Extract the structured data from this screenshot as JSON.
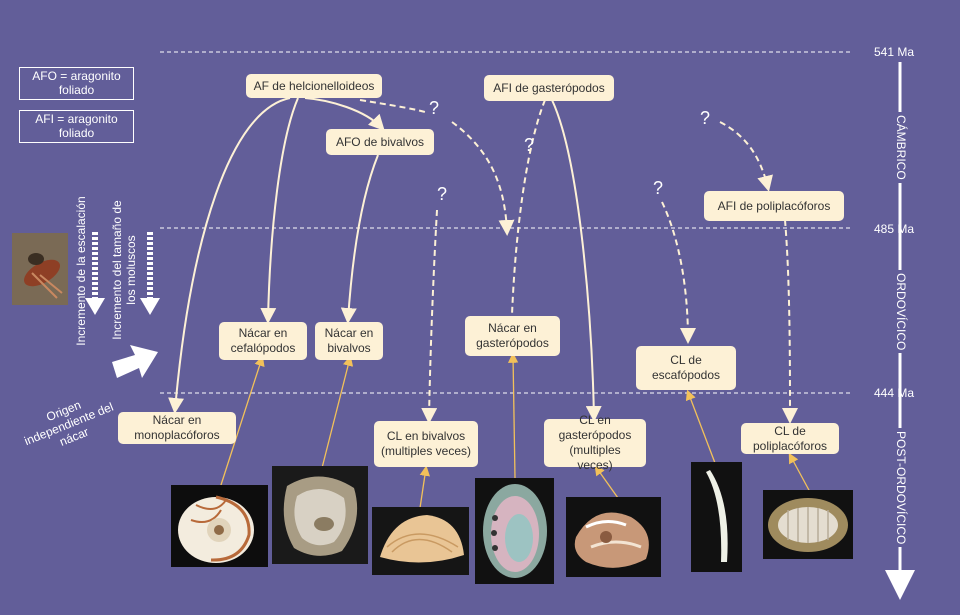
{
  "legend": {
    "afo": "AFO = aragonito foliado",
    "afi": "AFI = aragonito foliado"
  },
  "eras": {
    "ma_541": "541 Ma",
    "ma_485": "485 Ma",
    "ma_444": "444 Ma",
    "cambrico": "CÁMBRICO",
    "ordovicico": "ORDOVÍCICO",
    "post_ordovicico": "POST-ORDOVÍCICO"
  },
  "boxes": {
    "helcionelloideos": "AF de helcionelloideos",
    "afi_gasteropodos": "AFI de gasterópodos",
    "afo_bivalvos": "AFO de bivalvos",
    "afi_poliplacoforos": "AFI de poliplacóforos",
    "nacar_cefalopodos": "Nácar en cefalópodos",
    "nacar_bivalvos": "Nácar en bivalvos",
    "nacar_gasteropodos": "Nácar en gasterópodos",
    "cl_escafopodos": "CL de escafópodos",
    "nacar_monoplacoforos": "Nácar en monoplacóforos",
    "cl_bivalvos": "CL en bivalvos (multiples veces)",
    "cl_gasteropodos": "CL en gasterópodos (multiples veces)",
    "cl_poliplacoforos": "CL de poliplacóforos"
  },
  "question_mark": "?",
  "side_labels": {
    "escalacion": "Incremento de la escalación",
    "tamano": "Incremento del tamaño de los moluscos",
    "origen": "Origen independiente del nácar"
  },
  "colors": {
    "background": "#625e99",
    "box_fill": "#fdf1d6",
    "arrow": "#fdf1d6",
    "photo_link": "#f2c15a"
  }
}
